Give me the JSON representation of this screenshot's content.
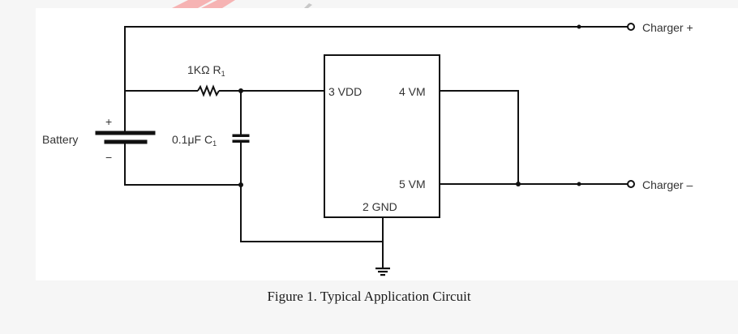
{
  "figure": {
    "caption": "Figure 1. Typical Application Circuit"
  },
  "colors": {
    "wire": "#111111",
    "label": "#333333",
    "background": "#ffffff",
    "watermark_accent": "#f5a3a3"
  },
  "components": {
    "battery": {
      "label": "Battery",
      "plus": "+",
      "minus": "−"
    },
    "resistor": {
      "value": "1KΩ R",
      "subscript": "1"
    },
    "capacitor": {
      "value": "0.1μF C",
      "subscript": "1"
    },
    "ic": {
      "pins": {
        "vdd": "3 VDD",
        "vm4": "4 VM",
        "vm5": "5 VM",
        "gnd": "2 GND"
      }
    },
    "terminals": {
      "charger_plus": "Charger +",
      "charger_minus": "Charger –"
    },
    "ground": "ground-symbol"
  }
}
